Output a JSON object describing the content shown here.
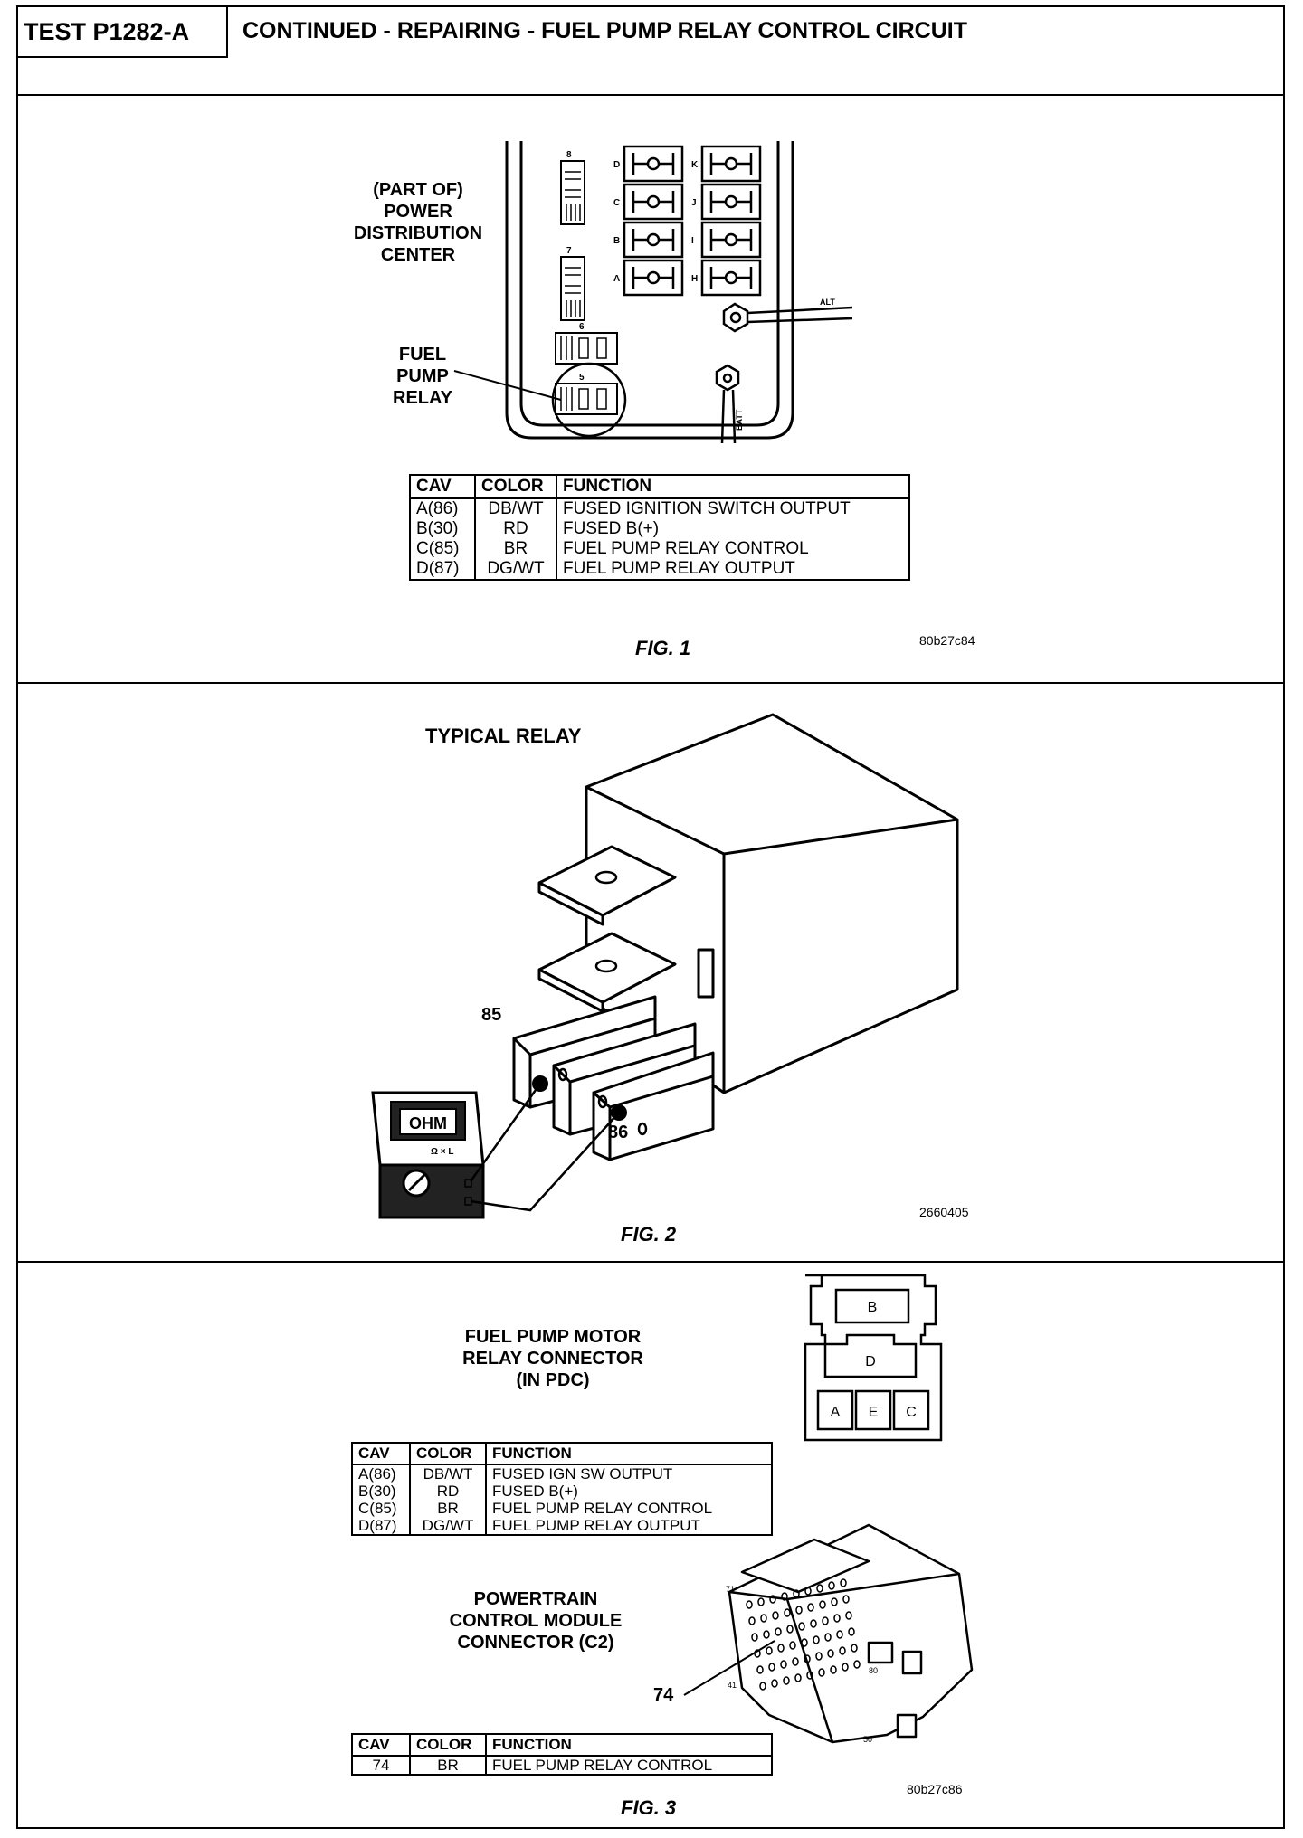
{
  "header": {
    "test_id": "TEST P1282-A",
    "title": "CONTINUED - REPAIRING - FUEL PUMP RELAY CONTROL CIRCUIT"
  },
  "fig1": {
    "pdc_label": "(PART OF)\nPOWER\nDISTRIBUTION\nCENTER",
    "relay_label": "FUEL\nPUMP\nRELAY",
    "slot_labels": [
      "8",
      "7",
      "6",
      "5"
    ],
    "fuse_letters_left": [
      "D",
      "C",
      "B",
      "A"
    ],
    "fuse_letters_right": [
      "K",
      "J",
      "I",
      "H"
    ],
    "alt_label": "ALT",
    "batt_label": "BATT",
    "table": {
      "headers": [
        "CAV",
        "COLOR",
        "FUNCTION"
      ],
      "rows": [
        [
          "A(86)",
          "DB/WT",
          "FUSED IGNITION SWITCH OUTPUT"
        ],
        [
          "B(30)",
          "RD",
          "FUSED B(+)"
        ],
        [
          "C(85)",
          "BR",
          "FUEL PUMP RELAY CONTROL"
        ],
        [
          "D(87)",
          "DG/WT",
          "FUEL PUMP RELAY OUTPUT"
        ]
      ]
    },
    "caption": "FIG. 1",
    "code": "80b27c84"
  },
  "fig2": {
    "title": "TYPICAL RELAY",
    "pin_85": "85",
    "pin_86": "86",
    "meter_display": "OHM",
    "meter_scale": "Ω  × L",
    "caption": "FIG. 2",
    "code": "2660405"
  },
  "fig3": {
    "connector_label": "FUEL PUMP MOTOR\nRELAY CONNECTOR\n(IN PDC)",
    "cavity_letters": [
      "B",
      "D",
      "A",
      "E",
      "C"
    ],
    "table1": {
      "headers": [
        "CAV",
        "COLOR",
        "FUNCTION"
      ],
      "rows": [
        [
          "A(86)",
          "DB/WT",
          "FUSED IGN SW OUTPUT"
        ],
        [
          "B(30)",
          "RD",
          "FUSED B(+)"
        ],
        [
          "C(85)",
          "BR",
          "FUEL PUMP RELAY CONTROL"
        ],
        [
          "D(87)",
          "DG/WT",
          "FUEL PUMP RELAY OUTPUT"
        ]
      ]
    },
    "pcm_label": "POWERTRAIN\nCONTROL MODULE\nCONNECTOR (C2)",
    "pin_callout": "74",
    "pin_numbers": [
      "71",
      "41",
      "80",
      "50"
    ],
    "table2": {
      "headers": [
        "CAV",
        "COLOR",
        "FUNCTION"
      ],
      "rows": [
        [
          "74",
          "BR",
          "FUEL PUMP RELAY CONTROL"
        ]
      ]
    },
    "caption": "FIG. 3",
    "code": "80b27c86"
  }
}
